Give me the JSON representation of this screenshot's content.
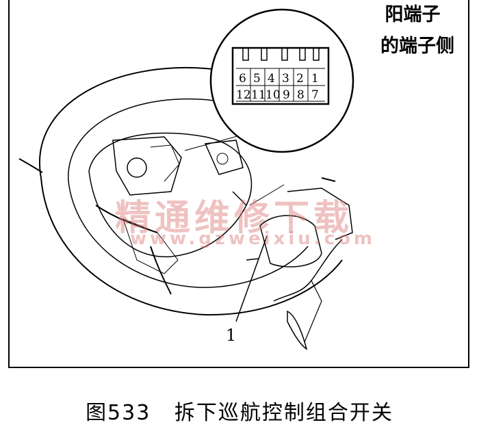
{
  "callout": {
    "line1": "阳端子",
    "line2": "的端子侧"
  },
  "connector": {
    "pins_top": [
      "6",
      "5",
      "4",
      "3",
      "2",
      "1"
    ],
    "pins_bottom": [
      "12",
      "11",
      "10",
      "9",
      "8",
      "7"
    ]
  },
  "part_number": "1",
  "caption": "图533   拆下巡航控制组合开关",
  "watermark": {
    "text": "精通维修下载",
    "url": "www.gzweixiu.com"
  }
}
